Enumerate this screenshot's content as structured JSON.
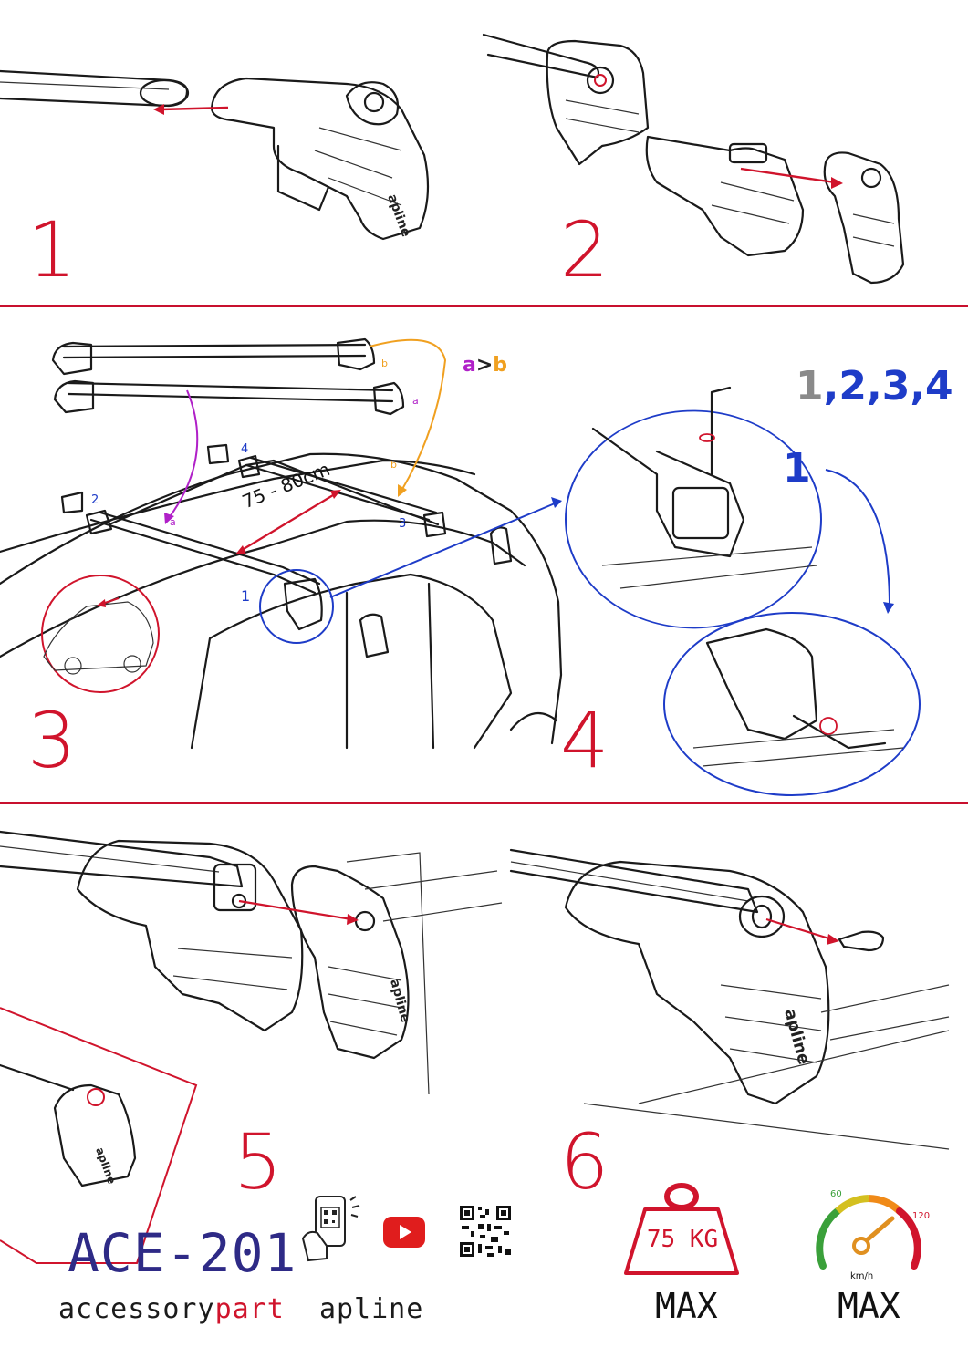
{
  "steps": [
    "1",
    "2",
    "3",
    "4",
    "5",
    "6"
  ],
  "diagram": {
    "bar_spacing": "75 - 80cm",
    "order_a": "a",
    "order_gt": ">",
    "order_b": "b",
    "label_a": "a",
    "label_b": "b",
    "feet": [
      "1",
      "2",
      "3",
      "4"
    ],
    "seq_1": "1",
    "seq_2": "2",
    "seq_3": "3",
    "seq_4": "4",
    "seq_sep": ",",
    "zoom_step": "1",
    "foot_brand": "apline"
  },
  "product": {
    "model": "ACE-201",
    "brand_part1": "accessory",
    "brand_part2": "part",
    "brand_part3": "apline"
  },
  "specs": {
    "weight": "75 KG",
    "weight_label": "MAX",
    "speed_min": "60",
    "speed_max": "120",
    "speed_unit": "km/h",
    "speed_label": "MAX"
  },
  "colors": {
    "accent_red": "#d0142c",
    "model_blue": "#2e2a86",
    "purple": "#b020c8",
    "orange": "#f0a020",
    "blue": "#1e3cc8",
    "gray": "#8a8a8a"
  },
  "icons": [
    "phone-qr-scan-icon",
    "youtube-icon",
    "qr-code-icon",
    "weight-icon",
    "speedometer-icon"
  ]
}
